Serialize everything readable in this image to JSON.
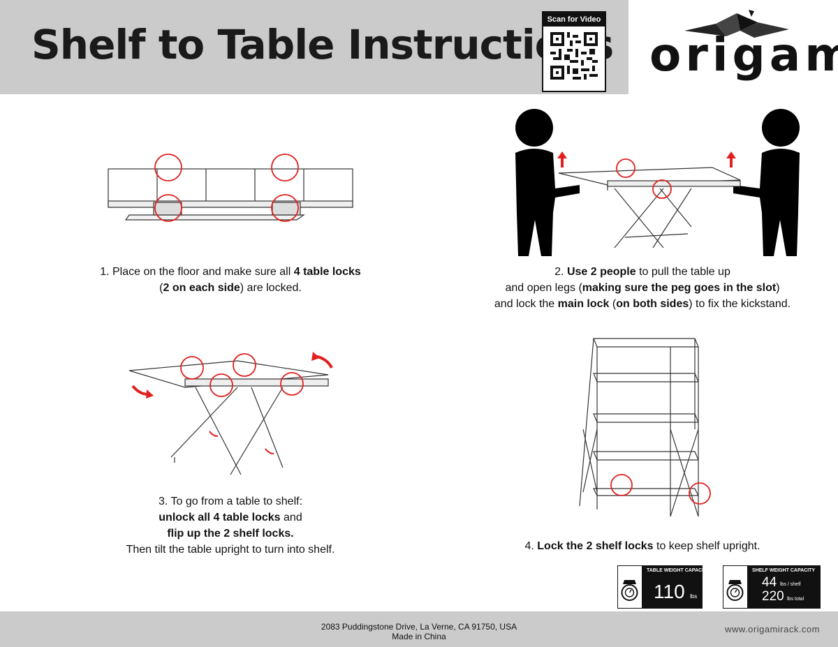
{
  "header": {
    "title": "Shelf to Table Instructions",
    "qr_label": "Scan for Video",
    "logo_text": "origami"
  },
  "steps": {
    "s1": {
      "l1_a": "1. Place on the floor and make sure all ",
      "l1_b": "4 table locks",
      "l2_a": "(",
      "l2_b": "2 on each side",
      "l2_c": ") are locked."
    },
    "s2": {
      "l1_a": "2. ",
      "l1_b": "Use 2 people",
      "l1_c": " to pull the table up",
      "l2_a": "and open legs (",
      "l2_b": "making sure the peg goes in the slot",
      "l2_c": ")",
      "l3_a": "and lock the ",
      "l3_b": "main lock",
      "l3_c": " (",
      "l3_d": "on both sides",
      "l3_e": ") to fix the kickstand."
    },
    "s3": {
      "l1": "3. To go from a table to shelf:",
      "l2_b": "unlock all 4 table locks",
      "l2_c": " and",
      "l3_b": "flip up the 2 shelf locks.",
      "l4": "Then tilt the table upright to turn into shelf."
    },
    "s4": {
      "l1_a": "4. ",
      "l1_b": "Lock the 2 shelf locks",
      "l1_c": " to keep shelf upright."
    }
  },
  "capacity": {
    "table": {
      "title": "TABLE WEIGHT CAPACITY",
      "value": "110",
      "unit": "lbs"
    },
    "shelf": {
      "title": "SHELF WEIGHT CAPACITY",
      "v1": "44",
      "u1": "lbs / shelf",
      "v2": "220",
      "u2": "lbs total"
    }
  },
  "footer": {
    "address": "2083 Puddingstone Drive, La Verne, CA 91750, USA",
    "made_in": "Made in China",
    "website": "www.origamirack.com"
  },
  "colors": {
    "header_bg": "#cbcbcb",
    "accent_red": "#e0201f",
    "ink": "#111111"
  },
  "icons": [
    "qr-code-icon",
    "crane-logo-icon",
    "person-icon",
    "up-arrow-icon",
    "curved-arrow-icon",
    "scale-icon"
  ]
}
